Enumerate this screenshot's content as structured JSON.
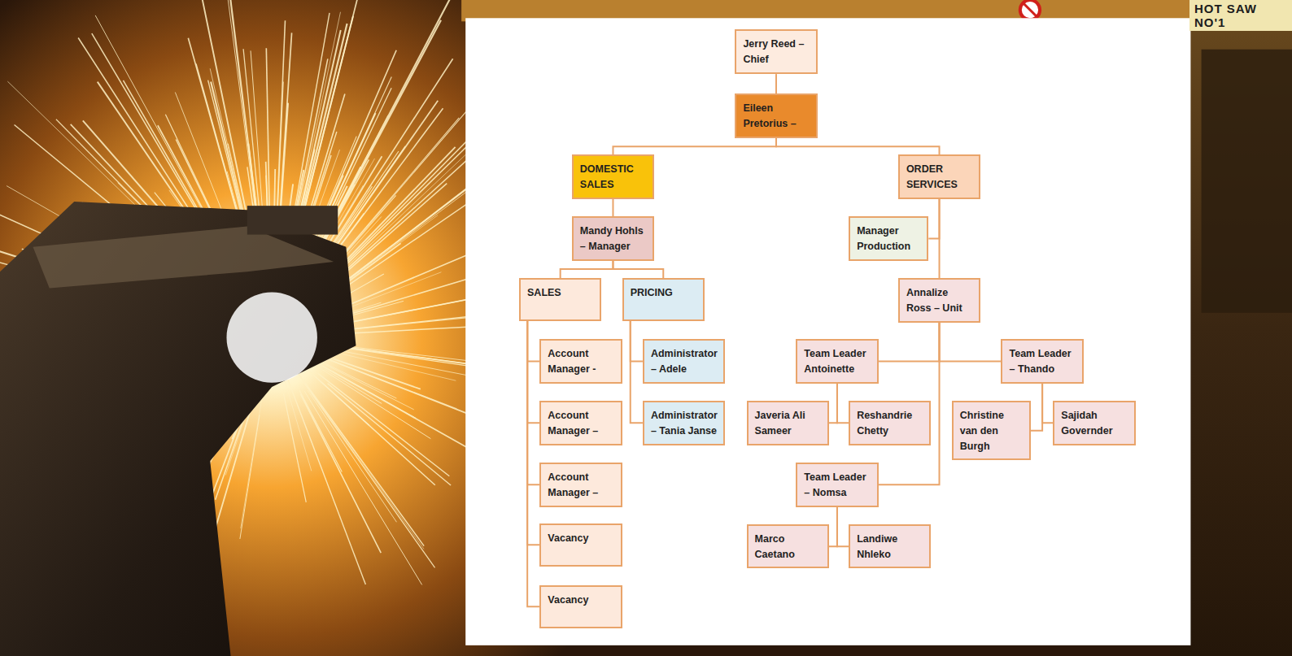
{
  "diagram": {
    "nodes": [
      {
        "text": [
          "Jerry Reed – Chief"
        ]
      },
      {
        "text": [
          "Eileen Pretorius –"
        ]
      },
      {
        "text": [
          "DOMESTIC SALES"
        ]
      },
      {
        "text": [
          "ORDER SERVICES"
        ]
      },
      {
        "text": [
          "Mandy Hohls – Manager"
        ]
      },
      {
        "text": [
          "Manager Production"
        ]
      },
      {
        "text": [
          "SALES"
        ]
      },
      {
        "text": [
          "PRICING"
        ]
      },
      {
        "text": [
          "Annalize Ross – Unit"
        ]
      },
      {
        "text": [
          "Account Manager -"
        ]
      },
      {
        "text": [
          "Administrator – Adele"
        ]
      },
      {
        "text": [
          "Team Leader Antoinette"
        ]
      },
      {
        "text": [
          "Team Leader – Thando"
        ]
      },
      {
        "text": [
          "Account Manager –"
        ]
      },
      {
        "text": [
          "Administrator – Tania Janse"
        ]
      },
      {
        "text": [
          "Javeria Ali Sameer"
        ]
      },
      {
        "text": [
          "Reshandrie Chetty"
        ]
      },
      {
        "text": [
          "Christine van den Burgh"
        ]
      },
      {
        "text": [
          "Sajidah Governder"
        ]
      },
      {
        "text": [
          "Account Manager –"
        ]
      },
      {
        "text": [
          "Team Leader – Nomsa"
        ]
      },
      {
        "text": [
          "Marco Caetano"
        ]
      },
      {
        "text": [
          "Landiwe Nhleko"
        ]
      },
      {
        "text": [
          "Vacancy"
        ]
      },
      {
        "text": [
          "Vacancy"
        ]
      }
    ],
    "edges": [
      {
        "from": 0,
        "to": 1,
        "arrow": "none"
      },
      {
        "from": 1,
        "to": 2,
        "arrow": "none"
      },
      {
        "from": 1,
        "to": 3,
        "arrow": "none"
      },
      {
        "from": 2,
        "to": 4,
        "arrow": "none"
      },
      {
        "from": 4,
        "to": 6,
        "arrow": "none"
      },
      {
        "from": 4,
        "to": 7,
        "arrow": "none"
      },
      {
        "from": 6,
        "to": 9,
        "arrow": "none"
      },
      {
        "from": 6,
        "to": 13,
        "arrow": "none"
      },
      {
        "from": 6,
        "to": 19,
        "arrow": "none"
      },
      {
        "from": 6,
        "to": 23,
        "arrow": "none"
      },
      {
        "from": 6,
        "to": 24,
        "arrow": "none"
      },
      {
        "from": 7,
        "to": 10,
        "arrow": "none"
      },
      {
        "from": 7,
        "to": 14,
        "arrow": "none"
      },
      {
        "from": 3,
        "to": 5,
        "arrow": "none"
      },
      {
        "from": 3,
        "to": 8,
        "arrow": "none"
      },
      {
        "from": 8,
        "to": 11,
        "arrow": "none"
      },
      {
        "from": 8,
        "to": 12,
        "arrow": "none"
      },
      {
        "from": 8,
        "to": 20,
        "arrow": "none"
      },
      {
        "from": 11,
        "to": 15,
        "arrow": "none"
      },
      {
        "from": 11,
        "to": 16,
        "arrow": "none"
      },
      {
        "from": 12,
        "to": 17,
        "arrow": "none"
      },
      {
        "from": 12,
        "to": 18,
        "arrow": "none"
      },
      {
        "from": 20,
        "to": 21,
        "arrow": "none"
      },
      {
        "from": 20,
        "to": 22,
        "arrow": "none"
      }
    ],
    "labels": [
      "HOT SAW NO'1"
    ]
  }
}
